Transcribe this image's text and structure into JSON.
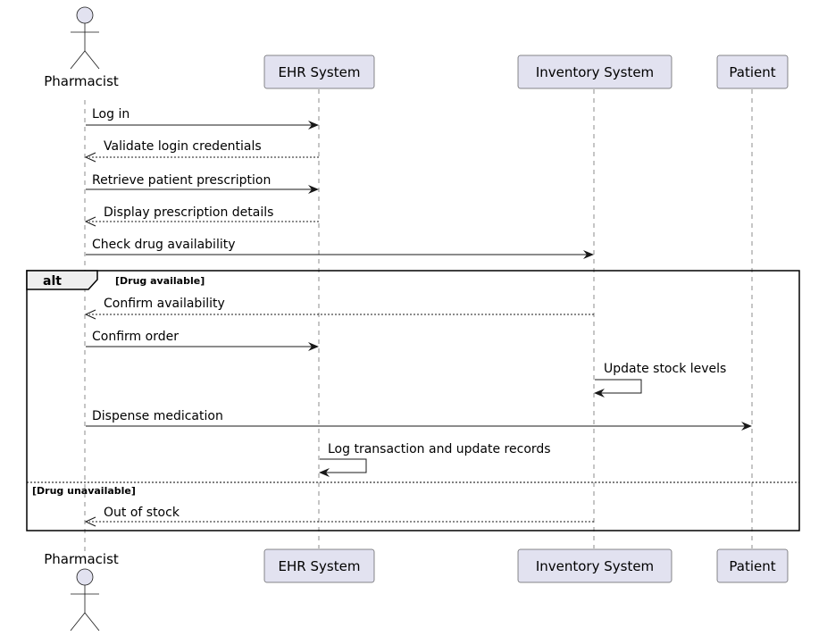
{
  "participants": {
    "pharmacist": "Pharmacist",
    "ehr": "EHR System",
    "inventory": "Inventory System",
    "patient": "Patient"
  },
  "messages": {
    "m1": "Log in",
    "m2": "Validate login credentials",
    "m3": "Retrieve patient prescription",
    "m4": "Display prescription details",
    "m5": "Check drug availability",
    "m6": "Confirm availability",
    "m7": "Confirm order",
    "m8": "Update stock levels",
    "m9": "Dispense medication",
    "m10": "Log transaction and update records",
    "m11": "Out of stock"
  },
  "alt_fragment": {
    "label": "alt",
    "guard_1": "[Drug available]",
    "guard_2": "[Drug unavailable]"
  },
  "colors": {
    "participant_fill": "#E2E2F0",
    "line": "#181818",
    "frame_tab": "#EEEEEE"
  }
}
